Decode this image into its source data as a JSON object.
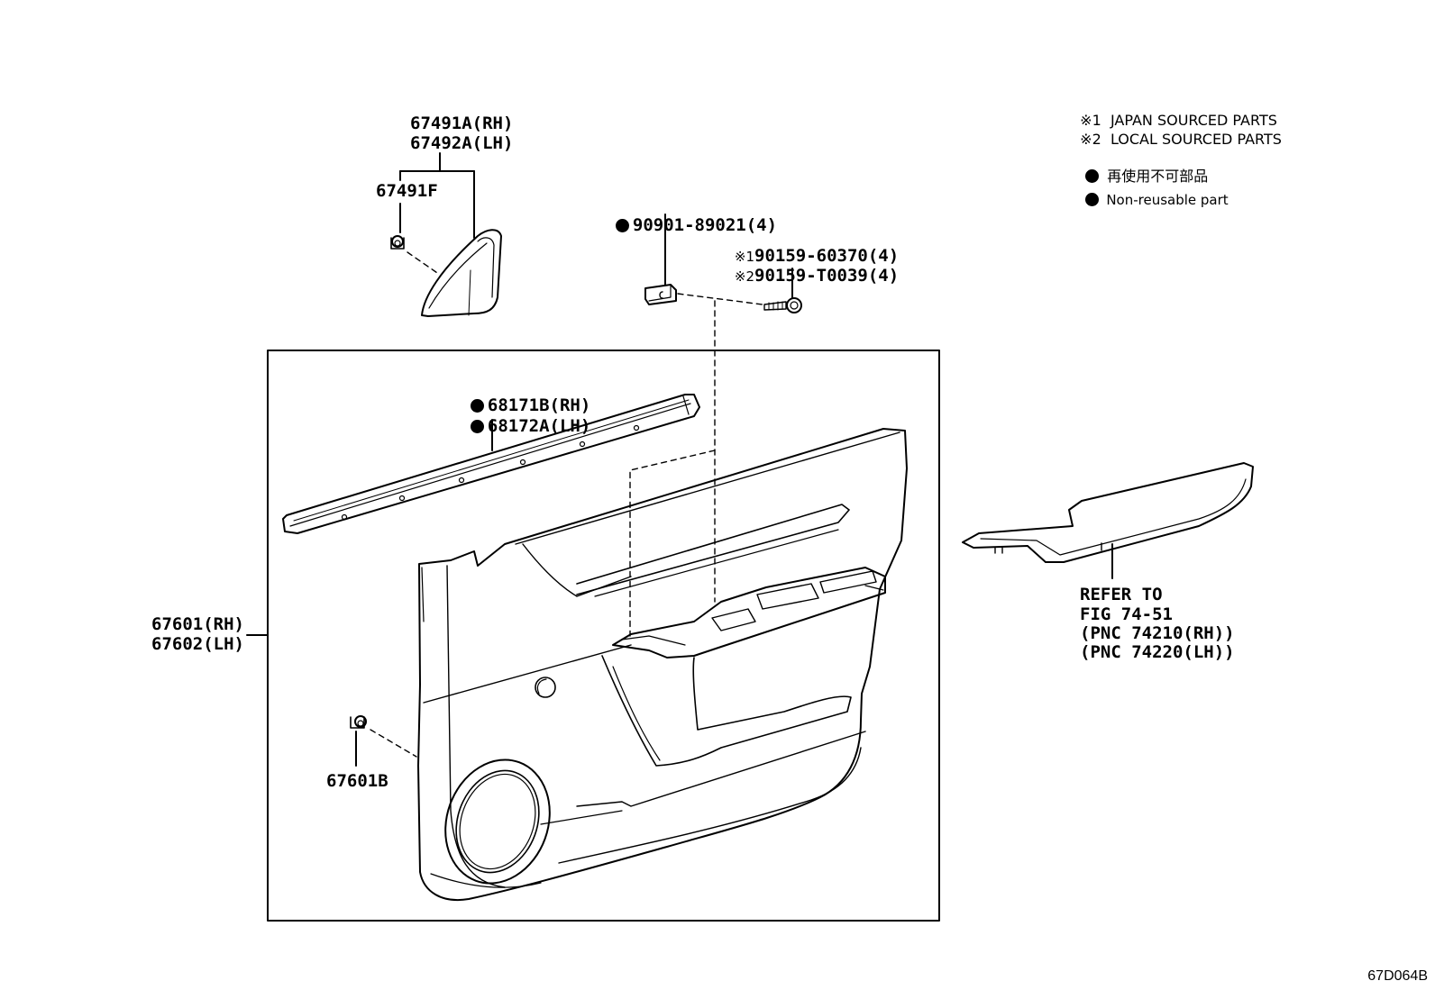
{
  "legend": {
    "japan_mark": "※1",
    "japan_text": "JAPAN SOURCED PARTS",
    "local_mark": "※2",
    "local_text": "LOCAL SOURCED PARTS",
    "nonreusable_jp": "再使用不可部品",
    "nonreusable_en": "Non-reusable part"
  },
  "parts": {
    "p67491a": "67491A(RH)",
    "p67492a": "67492A(LH)",
    "p67491f": "67491F",
    "p90901": "90901-89021(4)",
    "p90159_1_mark": "※1",
    "p90159_1": "90159-60370(4)",
    "p90159_2_mark": "※2",
    "p90159_2": "90159-T0039(4)",
    "p68171b": "68171B(RH)",
    "p68172a": "68172A(LH)",
    "p67601": "67601(RH)",
    "p67602": "67602(LH)",
    "p67601b": "67601B"
  },
  "refer": {
    "line1": "REFER TO",
    "line2": "FIG 74-51",
    "line3": "(PNC 74210(RH))",
    "line4": "(PNC 74220(LH))"
  },
  "diagram_code": "67D064B"
}
